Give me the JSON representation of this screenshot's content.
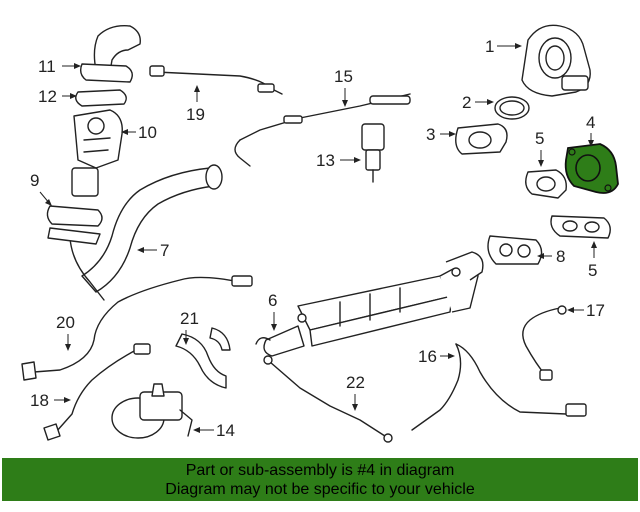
{
  "diagram": {
    "callouts": [
      "1",
      "2",
      "3",
      "4",
      "5",
      "5",
      "6",
      "7",
      "8",
      "9",
      "10",
      "11",
      "12",
      "13",
      "14",
      "15",
      "16",
      "17",
      "18",
      "19",
      "20",
      "21",
      "22"
    ],
    "highlight_part": "4",
    "highlight_color": "#2e7d18"
  },
  "banner": {
    "line1": "Part or sub-assembly is #4 in diagram",
    "line2": "Diagram may not be specific to your vehicle",
    "background": "#2e7d18"
  }
}
